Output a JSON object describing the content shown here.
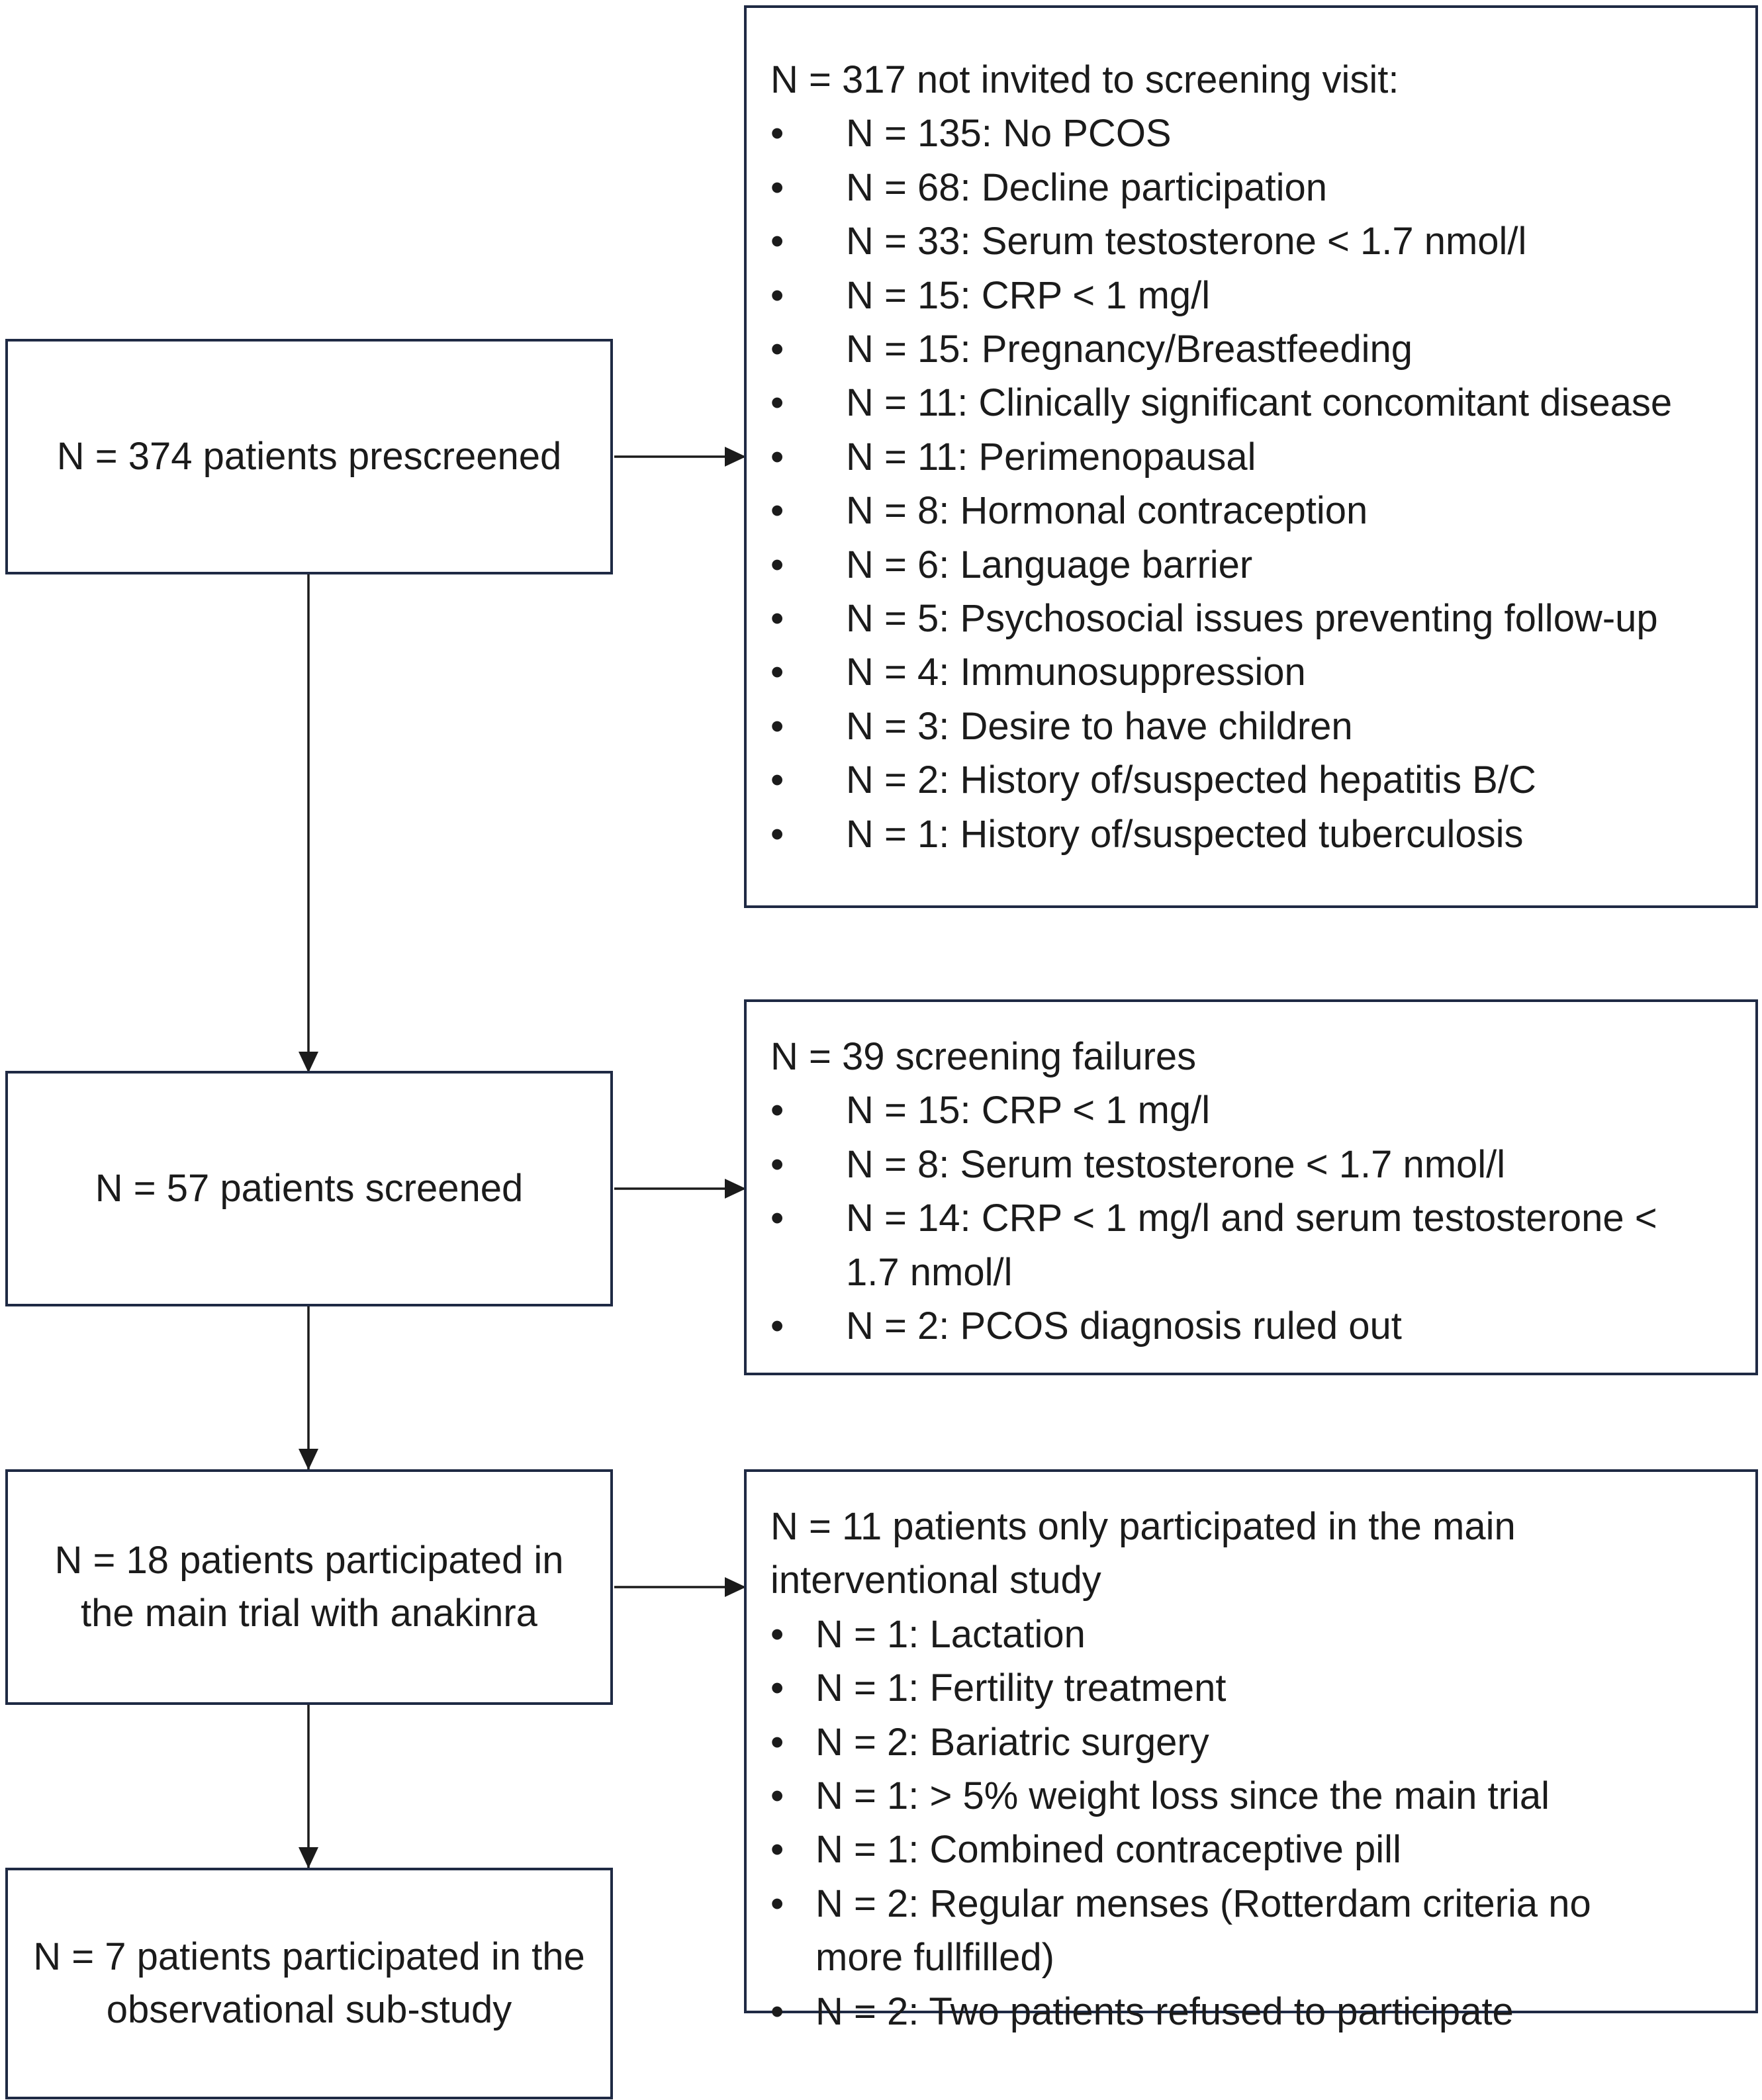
{
  "stages": [
    {
      "text": "N = 374 patients prescreened"
    },
    {
      "text": "N = 57 patients screened"
    },
    {
      "text": "N = 18 patients participated in the main trial with anakinra"
    },
    {
      "text": "N = 7 patients participated in the observational sub-study"
    }
  ],
  "exclusions": [
    {
      "heading": "N = 317 not invited to screening visit:",
      "items": [
        "N = 135: No PCOS",
        "N = 68: Decline participation",
        "N = 33: Serum testosterone < 1.7 nmol/l",
        "N = 15: CRP < 1 mg/l",
        "N = 15: Pregnancy/Breastfeeding",
        "N = 11: Clinically significant concomitant disease",
        "N = 11: Perimenopausal",
        "N = 8: Hormonal contraception",
        "N = 6: Language barrier",
        "N = 5: Psychosocial issues preventing follow-up",
        "N = 4: Immunosuppression",
        "N = 3: Desire to have children",
        "N = 2: History of/suspected hepatitis B/C",
        "N = 1: History of/suspected tuberculosis"
      ]
    },
    {
      "heading": "N = 39 screening failures",
      "items": [
        "N = 15: CRP < 1 mg/l",
        "N = 8: Serum testosterone < 1.7 nmol/l",
        "N = 14: CRP < 1 mg/l and serum testosterone < 1.7 nmol/l",
        "N = 2: PCOS diagnosis ruled out"
      ]
    },
    {
      "heading": "N = 11 patients only participated in the main interventional study",
      "items": [
        "N = 1: Lactation",
        "N = 1: Fertility treatment",
        "N = 2: Bariatric surgery",
        "N = 1: > 5% weight loss since the main trial",
        "N = 1: Combined contraceptive pill",
        "N = 2: Regular menses (Rotterdam criteria no more fullfilled)",
        "N = 2: Two patients refused to participate"
      ]
    }
  ],
  "colors": {
    "border": "#1f2a44",
    "arrow": "#1b1b1b",
    "text": "#1b1b1b",
    "background": "#ffffff"
  }
}
